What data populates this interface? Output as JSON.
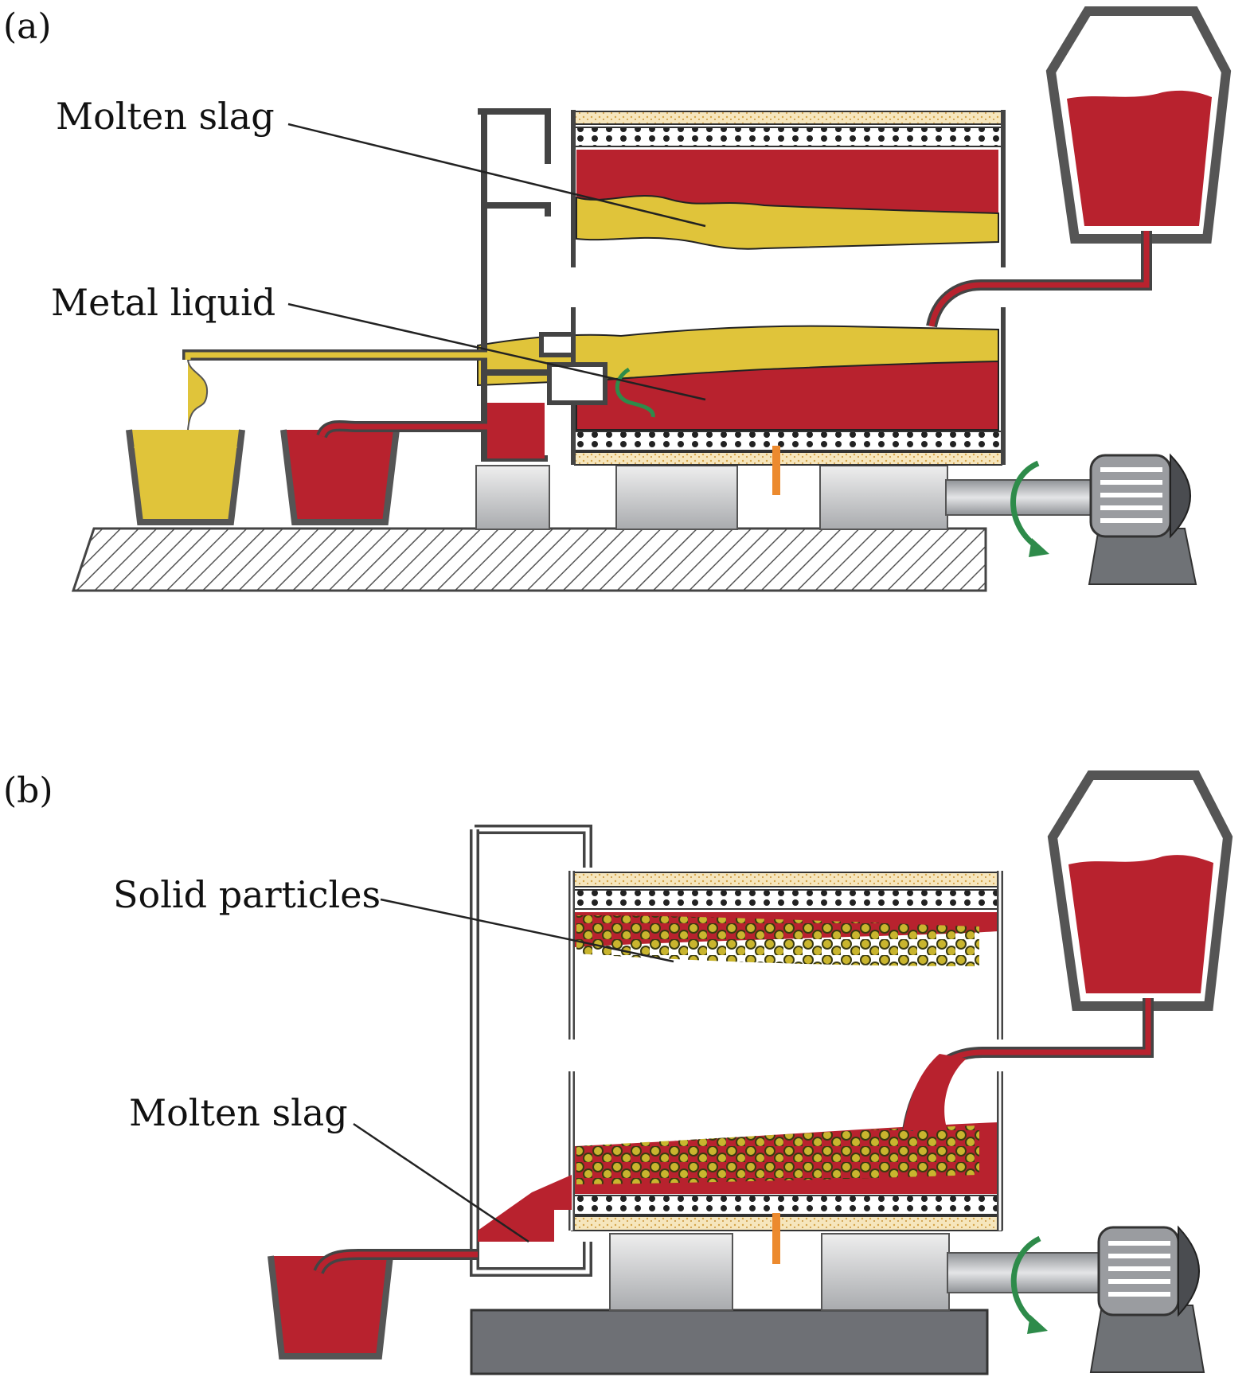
{
  "panels": {
    "a": {
      "label": "(a)",
      "callouts": {
        "molten_slag": "Molten slag",
        "metal_liquid": "Metal liquid"
      }
    },
    "b": {
      "label": "(b)",
      "callouts": {
        "solid_particles": "Solid particles",
        "molten_slag": "Molten slag"
      }
    }
  },
  "colors": {
    "slag_red": "#b8222e",
    "metal_yellow": "#e0c43a",
    "particle_yellow": "#c9b52e",
    "steel_gray": "#7a7c80",
    "support_gray": "#c4c6c9",
    "insulation_tan": "#f3dfb0",
    "heater_orange": "#ec8a2e",
    "rotation_arrow_green": "#2e8b4a",
    "base_hatch": "#555555"
  },
  "icons": [
    "ladle-icon",
    "rotation-arrow-icon",
    "motor-icon",
    "hatched-base-icon"
  ]
}
